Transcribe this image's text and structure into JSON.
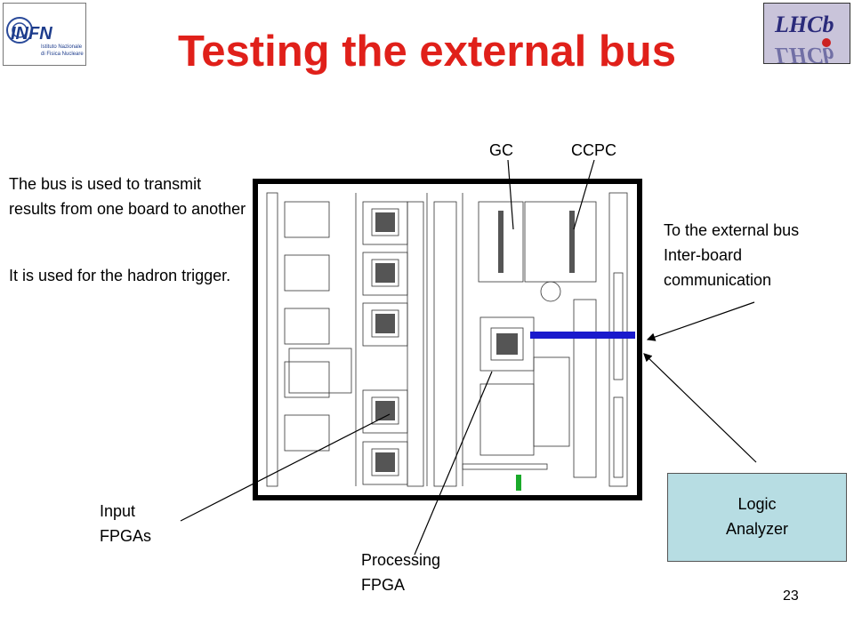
{
  "slide": {
    "title": "Testing the external bus",
    "page_number": "23"
  },
  "logos": {
    "infn": {
      "mark": "INFN",
      "line1": "Istituto Nazionale",
      "line2": "di Fisica Nucleare"
    },
    "lhcb": {
      "mark": "LHCb"
    }
  },
  "description": {
    "paragraph1": "The bus is used to transmit results from one board to another",
    "paragraph2": "It is used for the hadron trigger."
  },
  "labels": {
    "gc": "GC",
    "ccpc": "CCPC",
    "external_bus_line1": "To the external bus",
    "external_bus_line2": "Inter-board",
    "external_bus_line3": "communication",
    "input_fpgas_line1": "Input",
    "input_fpgas_line2": "FPGAs",
    "processing_fpga_line1": "Processing",
    "processing_fpga_line2": "FPGA"
  },
  "logic_analyzer": {
    "line1": "Logic",
    "line2": "Analyzer"
  },
  "colors": {
    "title": "#e0201a",
    "bus_connector": "#1a1acc",
    "green_marker": "#1aaa2a",
    "analyzer_box": "#b7dde3"
  }
}
